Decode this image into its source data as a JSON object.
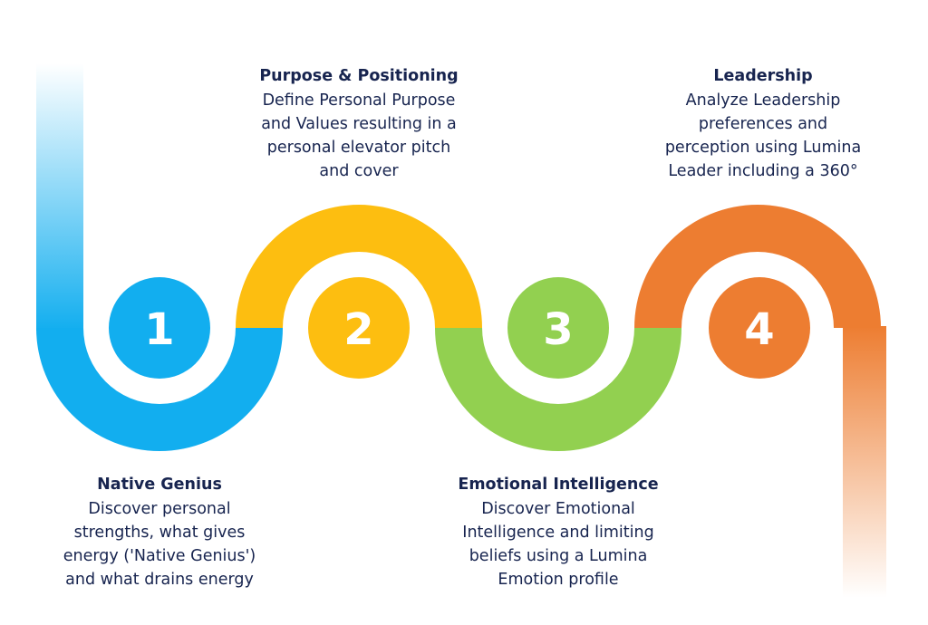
{
  "steps": [
    {
      "number": "1",
      "color": "#12aeef",
      "title": "Native Genius",
      "description": "Discover personal strengths, what gives energy ('Native Genius') and what drains energy"
    },
    {
      "number": "2",
      "color": "#fdbe10",
      "title": "Purpose & Positioning",
      "description": "Define Personal Purpose and Values resulting in a personal elevator pitch and cover"
    },
    {
      "number": "3",
      "color": "#92d050",
      "title": "Emotional Intelligence",
      "description": "Discover Emotional Intelligence and limiting beliefs using a Lumina Emotion profile"
    },
    {
      "number": "4",
      "color": "#ed7d31",
      "title": "Leadership",
      "description": "Analyze Leadership preferences and perception using Lumina Leader including a 360°"
    }
  ]
}
